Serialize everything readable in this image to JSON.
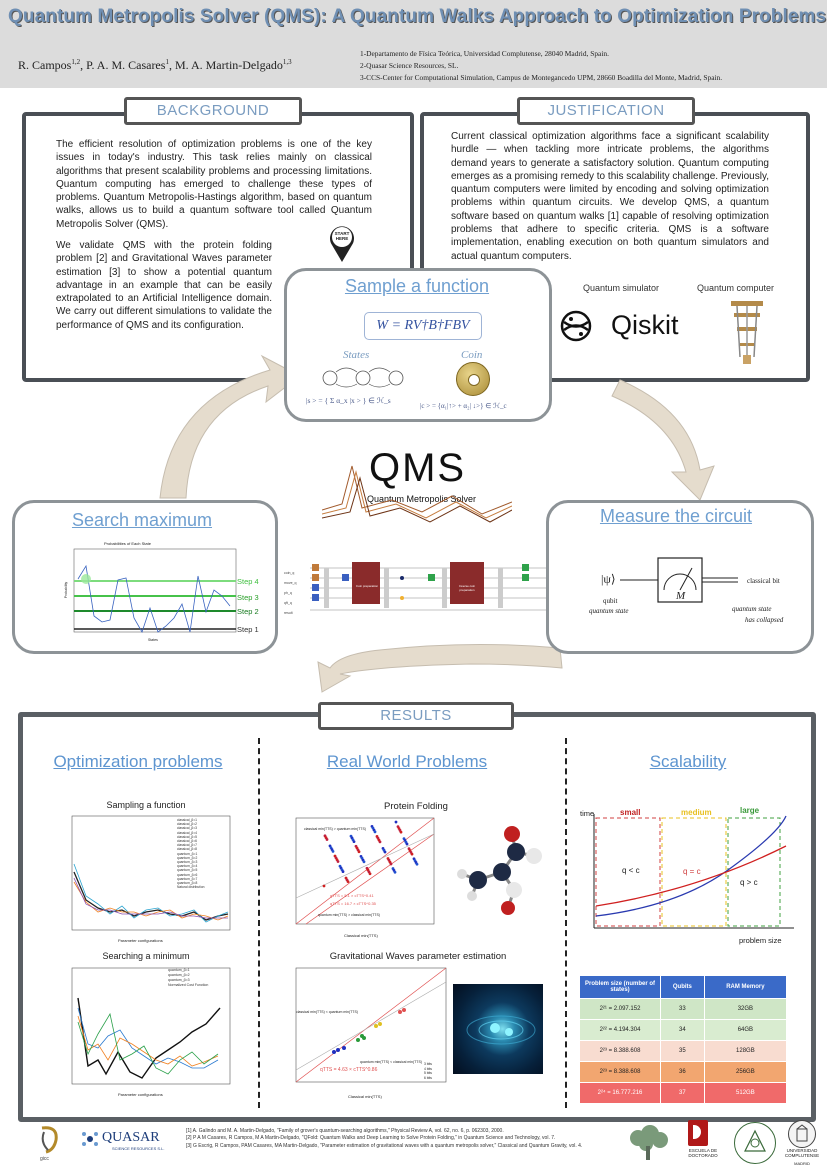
{
  "title": "Quantum Metropolis Solver (QMS): A Quantum Walks Approach to Optimization Problems",
  "authors": {
    "a1": "R. Campos",
    "a1_sup": "1,2",
    "a2": ", P. A. M. Casares",
    "a2_sup": "1",
    "a3": ", M. A. Martin-Delgado",
    "a3_sup": "1,3"
  },
  "affiliations": [
    "1-Departamento de Física Teórica, Universidad Complutense, 28040 Madrid, Spain.",
    "2-Quasar Science Resources, SL.",
    "3-CCS-Center for Computational Simulation, Campus de Montegancedo UPM, 28660 Boadilla del Monte, Madrid, Spain."
  ],
  "background": {
    "heading": "BACKGROUND",
    "p1": "The efficient resolution of optimization problems is one of the key issues in today's industry. This task relies mainly on classical algorithms that present scalability problems and processing limitations. Quantum computing has emerged to challenge these types of problems. Quantum Metropolis-Hastings algorithm, based on quantum walks, allows us to build a quantum software tool called Quantum Metropolis Solver (QMS).",
    "p2": "We validate QMS with the protein folding problem [2] and Gravitational Waves parameter estimation [3] to show a potential quantum advantage in an example that can be easily extrapolated to an Artificial Intelligence domain. We carry out different simulations to validate the performance of QMS and its configuration.",
    "start_here": "START HERE"
  },
  "justification": {
    "heading": "JUSTIFICATION",
    "text": "Current classical optimization algorithms face a significant scalability hurdle — when tackling more intricate problems, the algorithms demand years to generate a satisfactory solution. Quantum computing emerges as a promising remedy to this scalability challenge. Previously, quantum computers were limited by encoding and solving optimization problems within quantum circuits. We develop QMS, a quantum software based on quantum walks [1] capable of resolving optimization problems that adhere to specific criteria. QMS is a software implementation, enabling execution on both quantum simulators and actual quantum computers.",
    "sim_label": "Quantum simulator",
    "qc_label": "Quantum computer",
    "qiskit": "Qiskit"
  },
  "sample": {
    "heading": "Sample a function",
    "formula": "W = RV†B†FBV",
    "states": "States",
    "coin": "Coin",
    "state_eq": "|s > = { Σ α_x |x > } ∈ ℋ_s",
    "coin_eq": "|c > = {α₁|↑> + α₂| ↓>} ∈ ℋ_c"
  },
  "logo": {
    "big": "QMS",
    "sub": "Quantum Metropolis Solver"
  },
  "search": {
    "heading": "Search maximum",
    "plot_title": "Probabilities of Each State",
    "steps": [
      "Step 4",
      "Step 3",
      "Step 2",
      "Step 1"
    ],
    "xlabel": "States",
    "ylabel": "Probability"
  },
  "measure": {
    "heading": "Measure the circuit",
    "psi": "|ψ⟩",
    "qubit": "qubit",
    "quantum_state": "quantum state",
    "M": "M",
    "classical_bit": "classical bit",
    "collapsed_1": "quantum state",
    "collapsed_2": "has collapsed"
  },
  "circuit": {
    "wires": [
      "coin_q",
      "move_q",
      "ph_q",
      "qft_q",
      "result"
    ],
    "gate1": "Coin preparation",
    "gate2": "Inverse coin preparation"
  },
  "results": {
    "heading": "RESULTS",
    "col1": "Optimization problems",
    "col2": "Real World Problems",
    "col3": "Scalability",
    "sampling_title": "Sampling a function",
    "searching_title": "Searching a minimum",
    "protein_title": "Protein Folding",
    "gw_title": "Gravitational Waves parameter estimation",
    "sampling_legend": [
      "classical_β=1",
      "classical_β=2",
      "classical_β=3",
      "classical_β=4",
      "classical_β=5",
      "classical_β=6",
      "classical_β=7",
      "classical_β=8",
      "quantum_β=1",
      "quantum_β=2",
      "quantum_β=3",
      "quantum_β=4",
      "quantum_β=5",
      "quantum_β=6",
      "quantum_β=7",
      "quantum_β=8",
      "Natural distribution"
    ],
    "searching_legend": [
      "quantum_β=1",
      "quantum_β=2",
      "quantum_β=3",
      "Normalized Cost Function"
    ],
    "param_config": "Parameter configurations",
    "probability": "Probability",
    "protein_eq1": "qTTS = 5.1 × cTTS^0.41",
    "protein_eq2": "qTTS = 16.7 × cTTS^0.35",
    "protein_note1": "classical min(TTS) > quantum min(TTS)",
    "protein_note2": "quantum min(TTS) > classical min(TTS)",
    "protein_xlabel": "Classical min(TTS)",
    "protein_ylabel": "Quantum min(TTS)",
    "gw_eq": "qTTS = 4.63 × cTTS^0.86",
    "gw_note1": "classical min(TTS) < quantum min(TTS)",
    "gw_note2": "quantum min(TTS) < classical min(TTS)",
    "gw_xlabel": "Classical min(TTS)",
    "gw_ylabel": "Quantum min(TTS)",
    "gw_legend": [
      "3 bits",
      "4 bits",
      "5 bits",
      "6 bits"
    ],
    "scal_time": "time",
    "scal_small": "small",
    "scal_medium": "medium",
    "scal_large": "large",
    "scal_q1": "q < c",
    "scal_q2": "q = c",
    "scal_q3": "q > c",
    "scal_x": "problem size",
    "table_head": [
      "Problem size (number of states)",
      "Qubits",
      "RAM Memory"
    ],
    "table_rows": [
      [
        "2²¹ = 2.097.152",
        "33",
        "32GB"
      ],
      [
        "2²² = 4.194.304",
        "34",
        "64GB"
      ],
      [
        "2²³ = 8.388.608",
        "35",
        "128GB"
      ],
      [
        "2²³ = 8.388.608",
        "36",
        "256GB"
      ],
      [
        "2²⁴ = 16.777.216",
        "37",
        "512GB"
      ]
    ]
  },
  "refs": [
    "[1] A. Galindo and M. A. Martin-Delgado, \"Family of grover's quantum-searching algorithms,\" Physical Review A, vol. 62, no. 6, p. 062303, 2000.",
    "[2] P A M Casares, R Campos, M A Martin-Delgado, \"QFold: Quantum Walks and Deep Learning to Solve Protein Folding,\" in Quantum Science and Technology, vol. 7.",
    "[3] G Escrig, R Campos, PAM Casares, MA Martin-Delgado, \"Parameter estimation of gravitational waves with a quantum metropolis solver,\" Classical and Quantum Gravity, vol. 4."
  ],
  "logos": {
    "gicc": "gicc",
    "quasar": "QUASAR",
    "quasar_sub": "SCIENCE RESOURCES S.L.",
    "escuela": "ESCUELA DE DOCTORADO",
    "ucm": "UNIVERSIDAD COMPLUTENSE",
    "ucm_city": "MADRID"
  }
}
